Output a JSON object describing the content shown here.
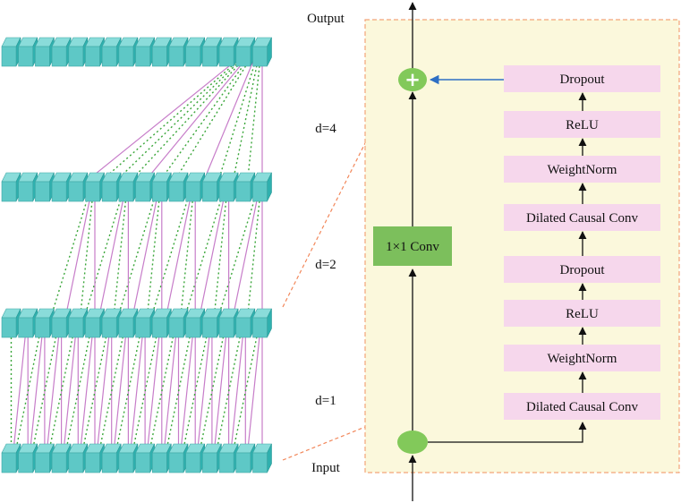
{
  "labels": {
    "output": "Output",
    "input": "Input",
    "d4": "d=4",
    "d2": "d=2",
    "d1": "d=1"
  },
  "block": {
    "conv1x1": "1×1 Conv",
    "plus": "+",
    "layers": [
      "Dropout",
      "ReLU",
      "WeightNorm",
      "Dilated Causal Conv",
      "Dropout",
      "ReLU",
      "WeightNorm",
      "Dilated Causal Conv"
    ]
  },
  "colors": {
    "cell_front": "#5ec8c6",
    "cell_top": "#8adcda",
    "cell_side": "#2fb0ae",
    "conn_solid": "#c77dc9",
    "conn_dotted": "#3aa63a",
    "panel_bg": "#fbf8dc",
    "panel_border": "#f2a479",
    "layer_box": "#f6d7ec",
    "conv_box": "#7cbf5c",
    "circle": "#82c95a",
    "skip_arrow": "#2e6fc4",
    "zoom_line": "#f2875a"
  }
}
